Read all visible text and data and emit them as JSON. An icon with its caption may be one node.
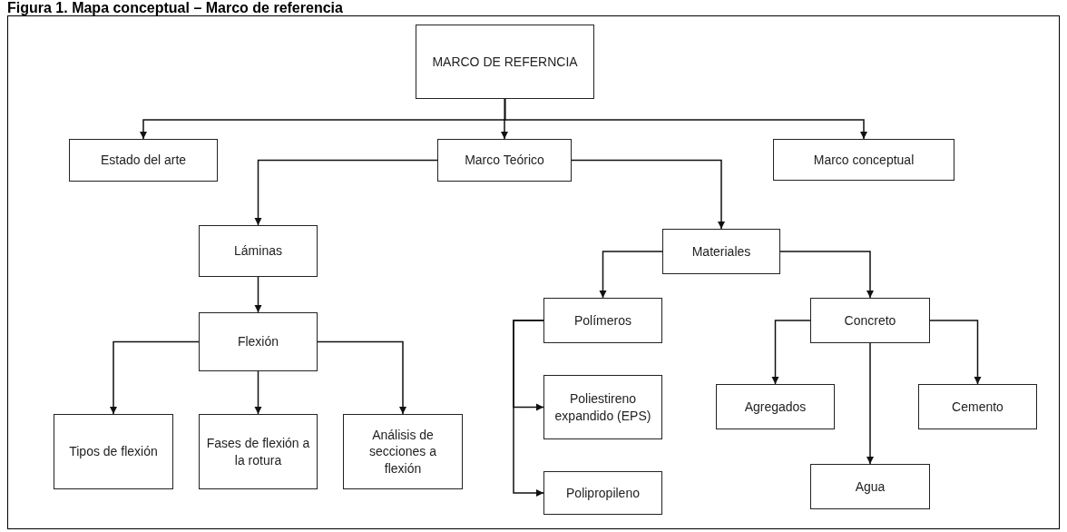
{
  "diagram": {
    "title": "Figura 1. Mapa conceptual – Marco de referencia",
    "nodes": [
      {
        "text": [
          "MARCO DE REFERNCIA"
        ]
      },
      {
        "text": [
          "Estado del arte"
        ]
      },
      {
        "text": [
          "Marco Teórico"
        ]
      },
      {
        "text": [
          "Marco conceptual"
        ]
      },
      {
        "text": [
          "Láminas"
        ]
      },
      {
        "text": [
          "Flexión"
        ]
      },
      {
        "text": [
          "Tipos  de flexión"
        ]
      },
      {
        "text": [
          "Fases de flexión a la rotura"
        ]
      },
      {
        "text": [
          "Análisis de secciones a flexión"
        ]
      },
      {
        "text": [
          "Materiales"
        ]
      },
      {
        "text": [
          "Polímeros"
        ]
      },
      {
        "text": [
          "Poliestireno expandido (EPS)"
        ]
      },
      {
        "text": [
          "Polipropileno"
        ]
      },
      {
        "text": [
          "Concreto"
        ]
      },
      {
        "text": [
          "Agregados"
        ]
      },
      {
        "text": [
          "Cemento"
        ]
      },
      {
        "text": [
          "Agua"
        ]
      }
    ],
    "edges": [
      {
        "from": 0,
        "to": 1,
        "arrow": "to"
      },
      {
        "from": 0,
        "to": 2,
        "arrow": "to"
      },
      {
        "from": 0,
        "to": 3,
        "arrow": "to"
      },
      {
        "from": 2,
        "to": 4,
        "arrow": "to"
      },
      {
        "from": 2,
        "to": 9,
        "arrow": "to"
      },
      {
        "from": 4,
        "to": 5,
        "arrow": "to"
      },
      {
        "from": 5,
        "to": 6,
        "arrow": "to"
      },
      {
        "from": 5,
        "to": 7,
        "arrow": "to"
      },
      {
        "from": 5,
        "to": 8,
        "arrow": "to"
      },
      {
        "from": 9,
        "to": 10,
        "arrow": "to"
      },
      {
        "from": 9,
        "to": 13,
        "arrow": "to"
      },
      {
        "from": 10,
        "to": 11,
        "arrow": "to"
      },
      {
        "from": 10,
        "to": 12,
        "arrow": "to"
      },
      {
        "from": 13,
        "to": 14,
        "arrow": "to"
      },
      {
        "from": 13,
        "to": 16,
        "arrow": "to"
      },
      {
        "from": 13,
        "to": 15,
        "arrow": "to"
      }
    ]
  }
}
